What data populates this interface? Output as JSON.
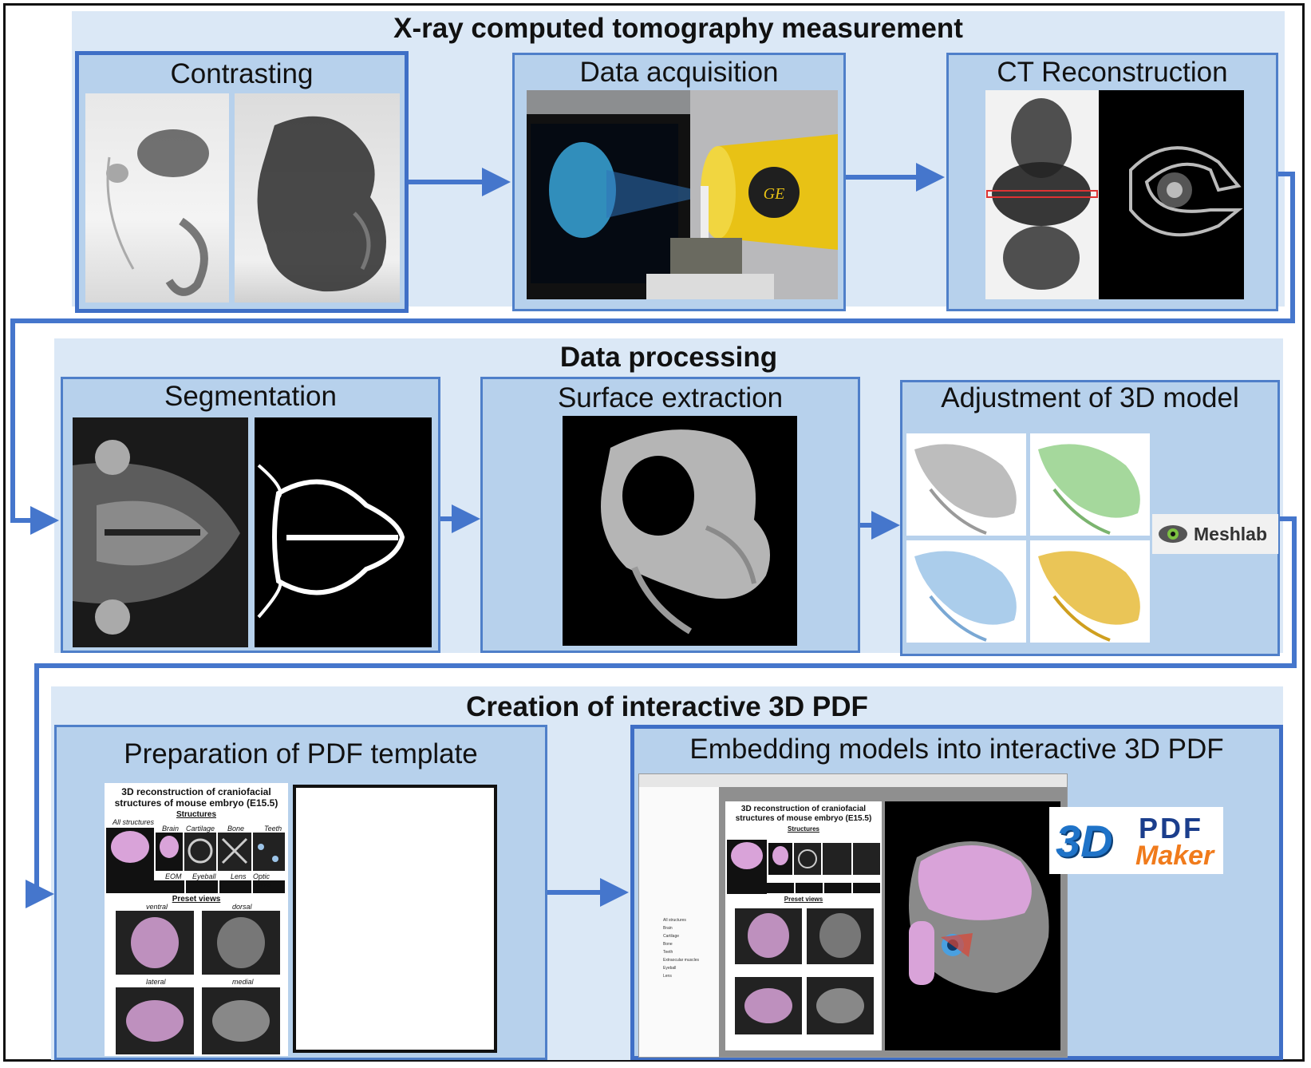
{
  "sections": {
    "ct": {
      "title": "X-ray computed tomography measurement"
    },
    "processing": {
      "title": "Data processing"
    },
    "pdf": {
      "title": "Creation of interactive 3D PDF"
    }
  },
  "panels": {
    "contrasting": "Contrasting",
    "acquisition": "Data acquisition",
    "reconstruction": "CT Reconstruction",
    "segmentation": "Segmentation",
    "surface": "Surface extraction",
    "adjustment": "Adjustment of 3D model",
    "template": "Preparation of PDF template",
    "embedding": "Embedding models into interactive 3D PDF"
  },
  "logos": {
    "meshlab": "Meshlab",
    "pdfmaker_top": "PDF",
    "pdfmaker_bottom": "Maker",
    "pdfmaker_3d": "3D",
    "ge": "GE"
  },
  "document": {
    "title_line1": "3D reconstruction of craniofacial",
    "title_line2": "structures of mouse embryo (E15.5)",
    "structures_heading": "Structures",
    "preset_heading": "Preset views",
    "structure_labels": [
      "All structures",
      "Brain",
      "Cartilage",
      "Bone",
      "Teeth"
    ],
    "small_labels": [
      "EOM",
      "Eyeball",
      "Lens",
      "Optic nerve"
    ],
    "view_labels": [
      "ventral",
      "dorsal",
      "lateral",
      "medial"
    ]
  },
  "viewer_tree": [
    "All structures",
    "Brain",
    "Cartilage",
    "Bone",
    "Teeth",
    "Extraocular muscles",
    "Eyeball",
    "Lens"
  ],
  "colors": {
    "section_bg": "#dbe8f6",
    "panel_bg": "#b7d1ec",
    "panel_border": "#4f7fc9",
    "arrow": "#4576cc",
    "model_gray": "#bdbdbd",
    "model_green": "#8fce83",
    "model_blue": "#9cc4e8",
    "model_yellow": "#e6bb3a",
    "brain_pink": "#d9a3d9"
  }
}
